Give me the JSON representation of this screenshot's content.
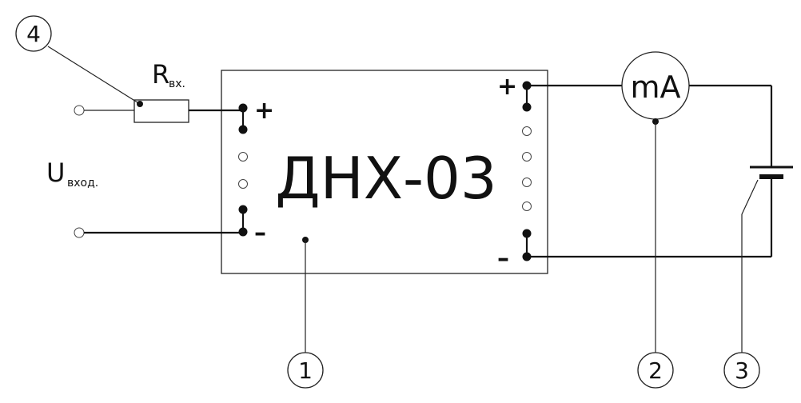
{
  "device": {
    "label": "ДНХ-03"
  },
  "meter": {
    "label": "mA"
  },
  "resistor": {
    "symbol": "R",
    "subscript": "вх."
  },
  "input_voltage": {
    "symbol": "U",
    "subscript": "вход."
  },
  "terminals": {
    "plus": "+",
    "minus": "–"
  },
  "callouts": [
    "1",
    "2",
    "3",
    "4"
  ]
}
